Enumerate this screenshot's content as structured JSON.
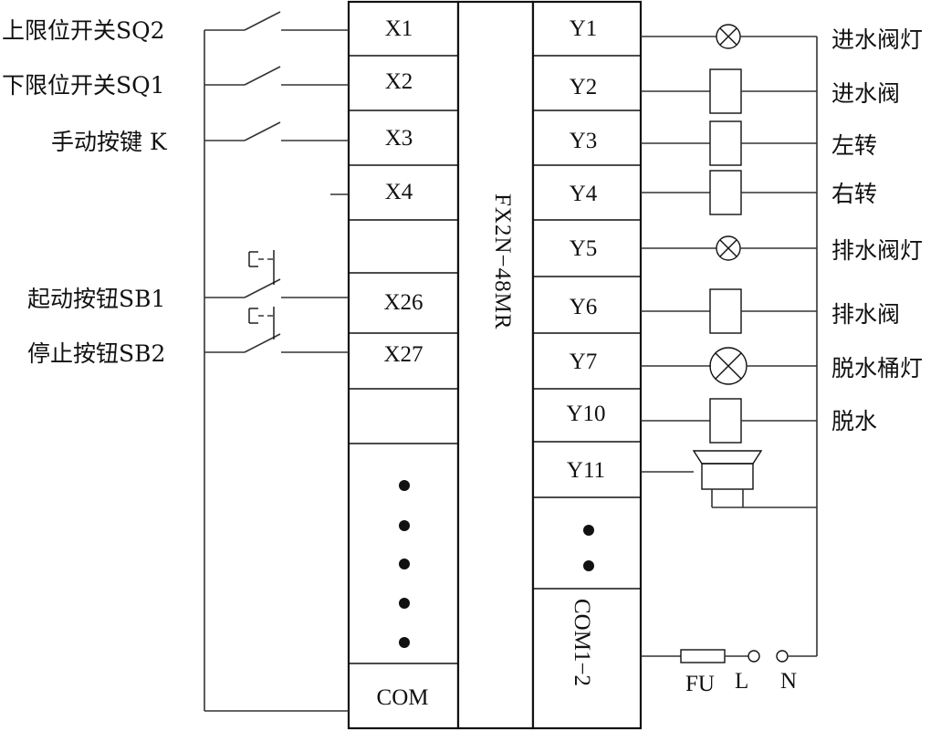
{
  "inputs": {
    "sq2": "上限位开关SQ2",
    "sq1": "下限位开关SQ1",
    "k": "手动按键 K",
    "sb1": "起动按钮SB1",
    "sb2": "停止按钮SB2"
  },
  "x_terminals": [
    "X1",
    "X2",
    "X3",
    "X4",
    "X26",
    "X27"
  ],
  "x_com": "COM",
  "plc_model": "FX2N−48MR",
  "y_terminals": [
    "Y1",
    "Y2",
    "Y3",
    "Y4",
    "Y5",
    "Y6",
    "Y7",
    "Y10",
    "Y11"
  ],
  "y_com": "COM1−2",
  "outputs": {
    "y1": "进水阀灯",
    "y2": "进水阀",
    "y3": "左转",
    "y4": "右转",
    "y5": "排水阀灯",
    "y6": "排水阀",
    "y7": "脱水桶灯",
    "y10": "脱水"
  },
  "power": {
    "fuse": "FU",
    "line": "L",
    "neutral": "N"
  }
}
